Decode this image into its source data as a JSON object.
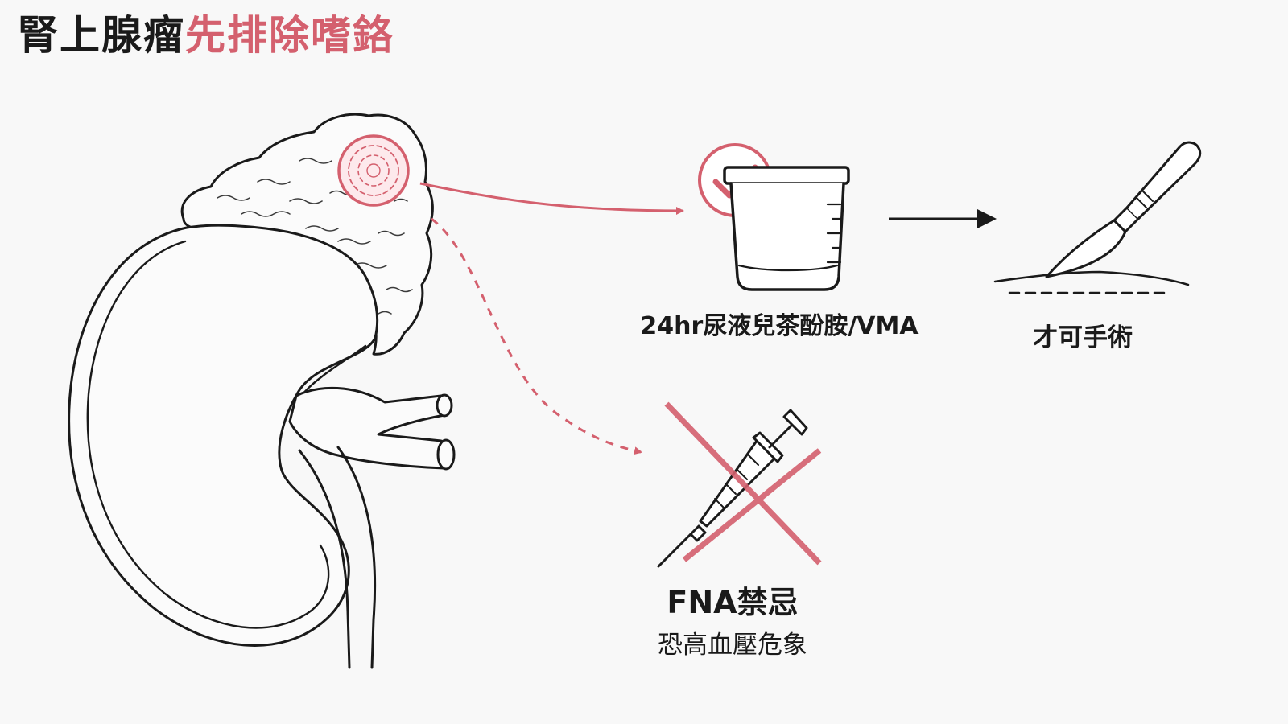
{
  "title": {
    "main": "腎上腺瘤",
    "highlight": "先排除嗜鉻"
  },
  "steps": {
    "urine_test_label": "24hr尿液兒茶酚胺/VMA",
    "surgery_label": "才可手術",
    "fna_label": "FNA禁忌",
    "fna_reason": "恐高血壓危象"
  },
  "colors": {
    "accent": "#d4606e",
    "ink": "#1a1a1a",
    "background": "#f8f8f8"
  },
  "icons": {
    "check": "check-circle-icon",
    "cup": "urine-cup-icon",
    "scalpel": "scalpel-icon",
    "syringe": "syringe-icon",
    "cross": "cross-icon"
  }
}
